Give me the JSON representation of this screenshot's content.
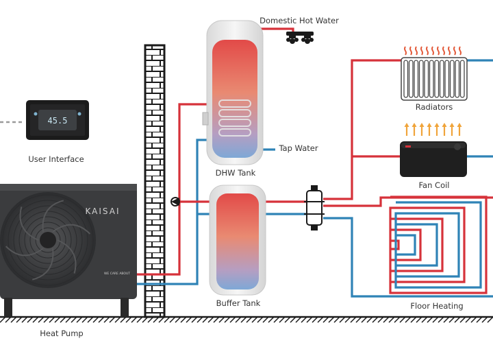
{
  "labels": {
    "domestic_hot_water": "Domestic Hot Water",
    "radiators": "Radiators",
    "user_interface": "User Interface",
    "tap_water": "Tap Water",
    "dhw_tank": "DHW Tank",
    "fan_coil": "Fan Coil",
    "buffer_tank": "Buffer Tank",
    "floor_heating": "Floor Heating",
    "heat_pump": "Heat Pump"
  },
  "brand": {
    "name": "KAISAI",
    "tagline": "WE CARE ABOUT"
  },
  "display": {
    "temperature": "45.5"
  },
  "colors": {
    "hot_pipe": "#d6323a",
    "cold_pipe": "#2f83b6",
    "wall": "#1a1a1a",
    "heat_pump_body": "#3b3c3e",
    "heat_arrows": "#f0a43a",
    "radiator_heat": "#e35a3a",
    "label_text": "#333333"
  }
}
